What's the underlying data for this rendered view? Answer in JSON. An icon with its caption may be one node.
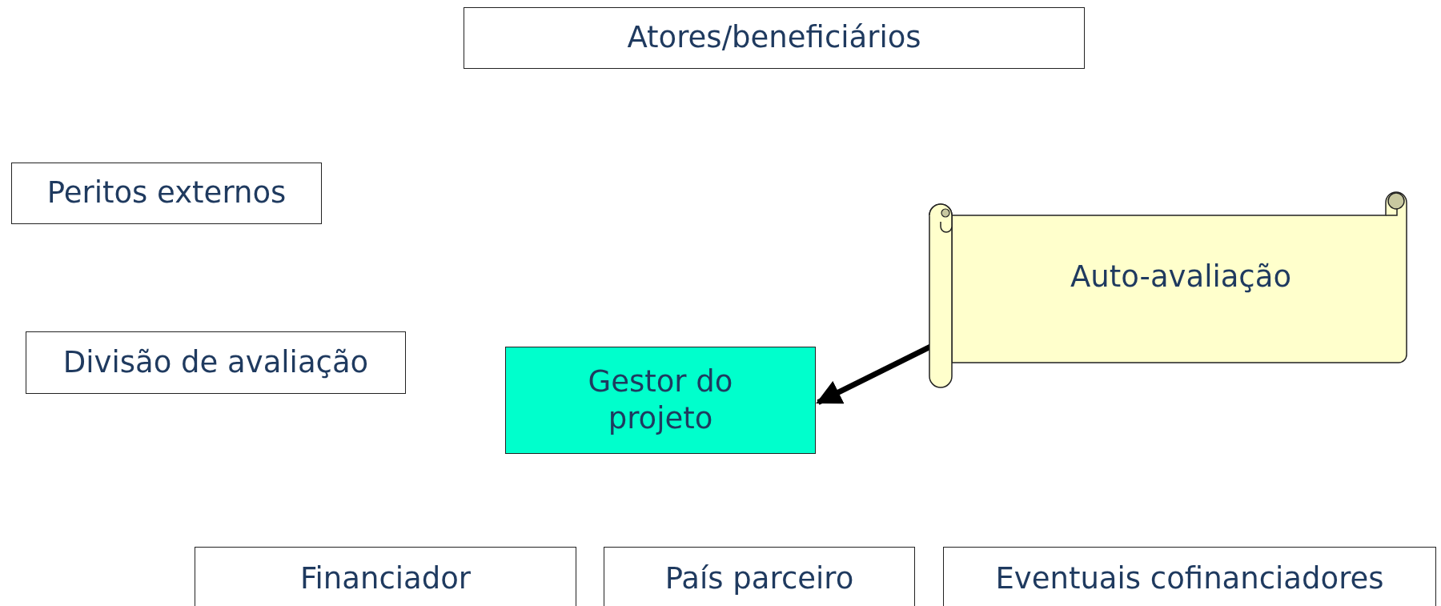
{
  "diagram": {
    "nodes": [
      {
        "text": [
          "Atores/beneficiários"
        ]
      },
      {
        "text": [
          "Peritos externos"
        ]
      },
      {
        "text": [
          "Auto-avaliação"
        ]
      },
      {
        "text": [
          "Divisão de avaliação"
        ]
      },
      {
        "text": [
          "Gestor do projeto"
        ]
      },
      {
        "text": [
          "Financiador"
        ]
      },
      {
        "text": [
          "País parceiro"
        ]
      },
      {
        "text": [
          "Eventuais cofinanciadores"
        ]
      }
    ],
    "edges": [
      {
        "from": 2,
        "to": 4,
        "arrow": "to"
      }
    ]
  }
}
